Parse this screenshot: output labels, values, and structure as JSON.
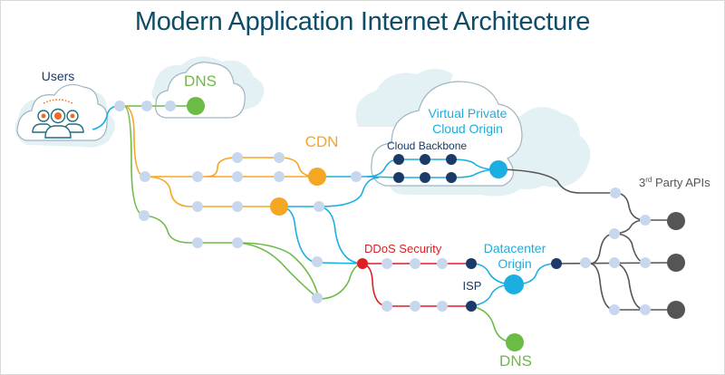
{
  "title": "Modern Application Internet Architecture",
  "colors": {
    "title": "#0f4c67",
    "green": "#6cbb45",
    "orange": "#f5a623",
    "cyan": "#1aafe0",
    "red": "#e01e25",
    "navy": "#1b3a68",
    "gray": "#555555",
    "node_light": "#c7d7ee",
    "cloud_bg": "#e3f1f5",
    "cloud_stroke": "#9fb5c0"
  },
  "labels": {
    "users": "Users",
    "dns_top": "DNS",
    "cdn": "CDN",
    "vpc_line1": "Virtual Private",
    "vpc_line2": "Cloud Origin",
    "cloud_backbone": "Cloud Backbone",
    "third_party_base": "3",
    "third_party_sup": "rd",
    "third_party_rest": " Party APIs",
    "ddos": "DDoS Security",
    "datacenter_line1": "Datacenter",
    "datacenter_line2": "Origin",
    "isp": "ISP",
    "dns_bottom": "DNS"
  }
}
